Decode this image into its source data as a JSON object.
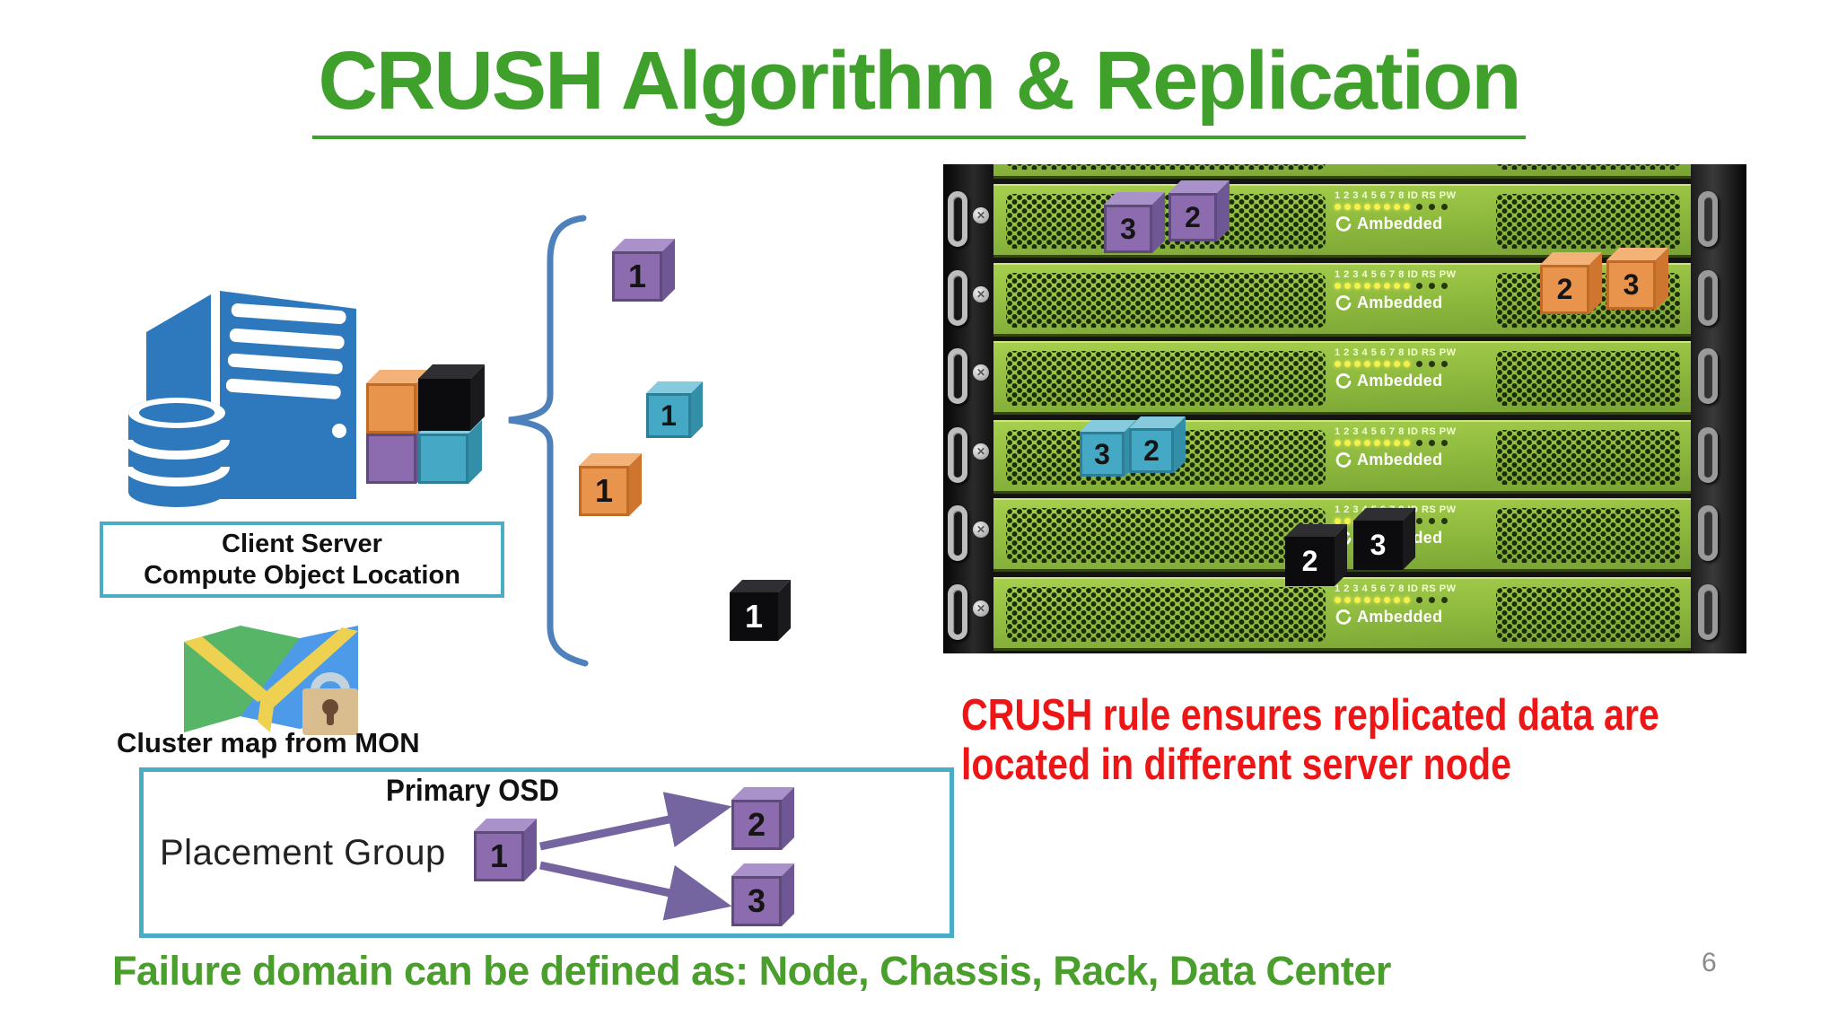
{
  "slide": {
    "title": "CRUSH Algorithm & Replication",
    "footer": "Failure domain can be defined as: Node, Chassis, Rack, Data Center",
    "page_number": "6"
  },
  "colors": {
    "title_green": "#3fa02c",
    "footer_green": "#4a9e2c",
    "callout_red": "#ed1515",
    "box_border_teal": "#4bacc6",
    "brace_blue": "#4e81bc",
    "server_icon_blue": "#2e79bd",
    "rack_green": "#8db93e",
    "led_yellow": "#f5f04d",
    "cube_orange": "#e9944d",
    "cube_purple": "#8c6bae",
    "cube_teal": "#45a8c4",
    "cube_black": "#0c0c0e",
    "arrow_purple": "#7465a1"
  },
  "client": {
    "box_line1": "Client Server",
    "box_line2": "Compute Object Location",
    "map_caption": "Cluster map from MON"
  },
  "objects": {
    "purple_cube": "1",
    "teal_cube": "1",
    "orange_cube": "1",
    "black_cube": "1"
  },
  "placement_group": {
    "primary_label": "Primary OSD",
    "group_label": "Placement Group",
    "primary_cube": "1",
    "replica_cube_top": "2",
    "replica_cube_bottom": "3"
  },
  "callout": {
    "line1": "CRUSH rule ensures replicated data are",
    "line2": "located in different server node"
  },
  "rack": {
    "brand": "Ambedded",
    "led_label": "1 2 3 4 5 6 7 8 ID RS PW",
    "pairs": {
      "purple": [
        "3",
        "2"
      ],
      "orange": [
        "2",
        "3"
      ],
      "teal": [
        "3",
        "2"
      ],
      "black": [
        "2",
        "3"
      ]
    }
  }
}
